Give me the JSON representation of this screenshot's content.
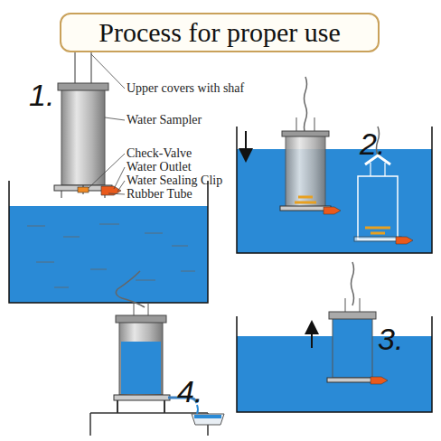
{
  "diagram": {
    "title": "Process for proper use",
    "labels": [
      "1.",
      "Upper covers with shaf",
      "Water Sampler",
      "Check-Valve",
      "Water Outlet",
      "Water Sealing Clip",
      "Rubber Tube",
      "2.",
      "3.",
      "4."
    ]
  }
}
